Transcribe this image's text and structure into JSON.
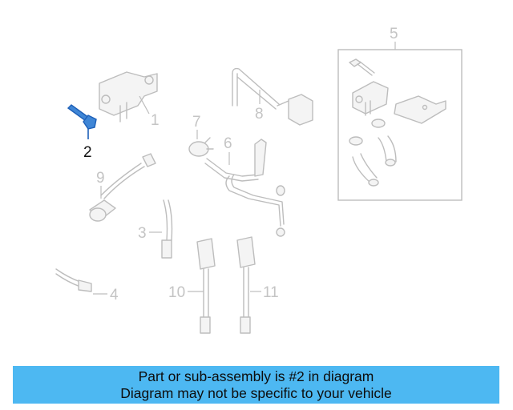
{
  "diagram": {
    "callouts": {
      "c1": "1",
      "c2": "2",
      "c3": "3",
      "c4": "4",
      "c5": "5",
      "c6": "6",
      "c7": "7",
      "c8": "8",
      "c9": "9",
      "c10": "10",
      "c11": "11"
    },
    "highlighted_part": "2",
    "colors": {
      "highlight": "#3f86d6",
      "part_lines": "#bdbdbd",
      "banner": "#4db8f2"
    }
  },
  "banner": {
    "line1": "Part or sub-assembly is #2 in diagram",
    "line2": "Diagram may not be specific to your vehicle"
  }
}
